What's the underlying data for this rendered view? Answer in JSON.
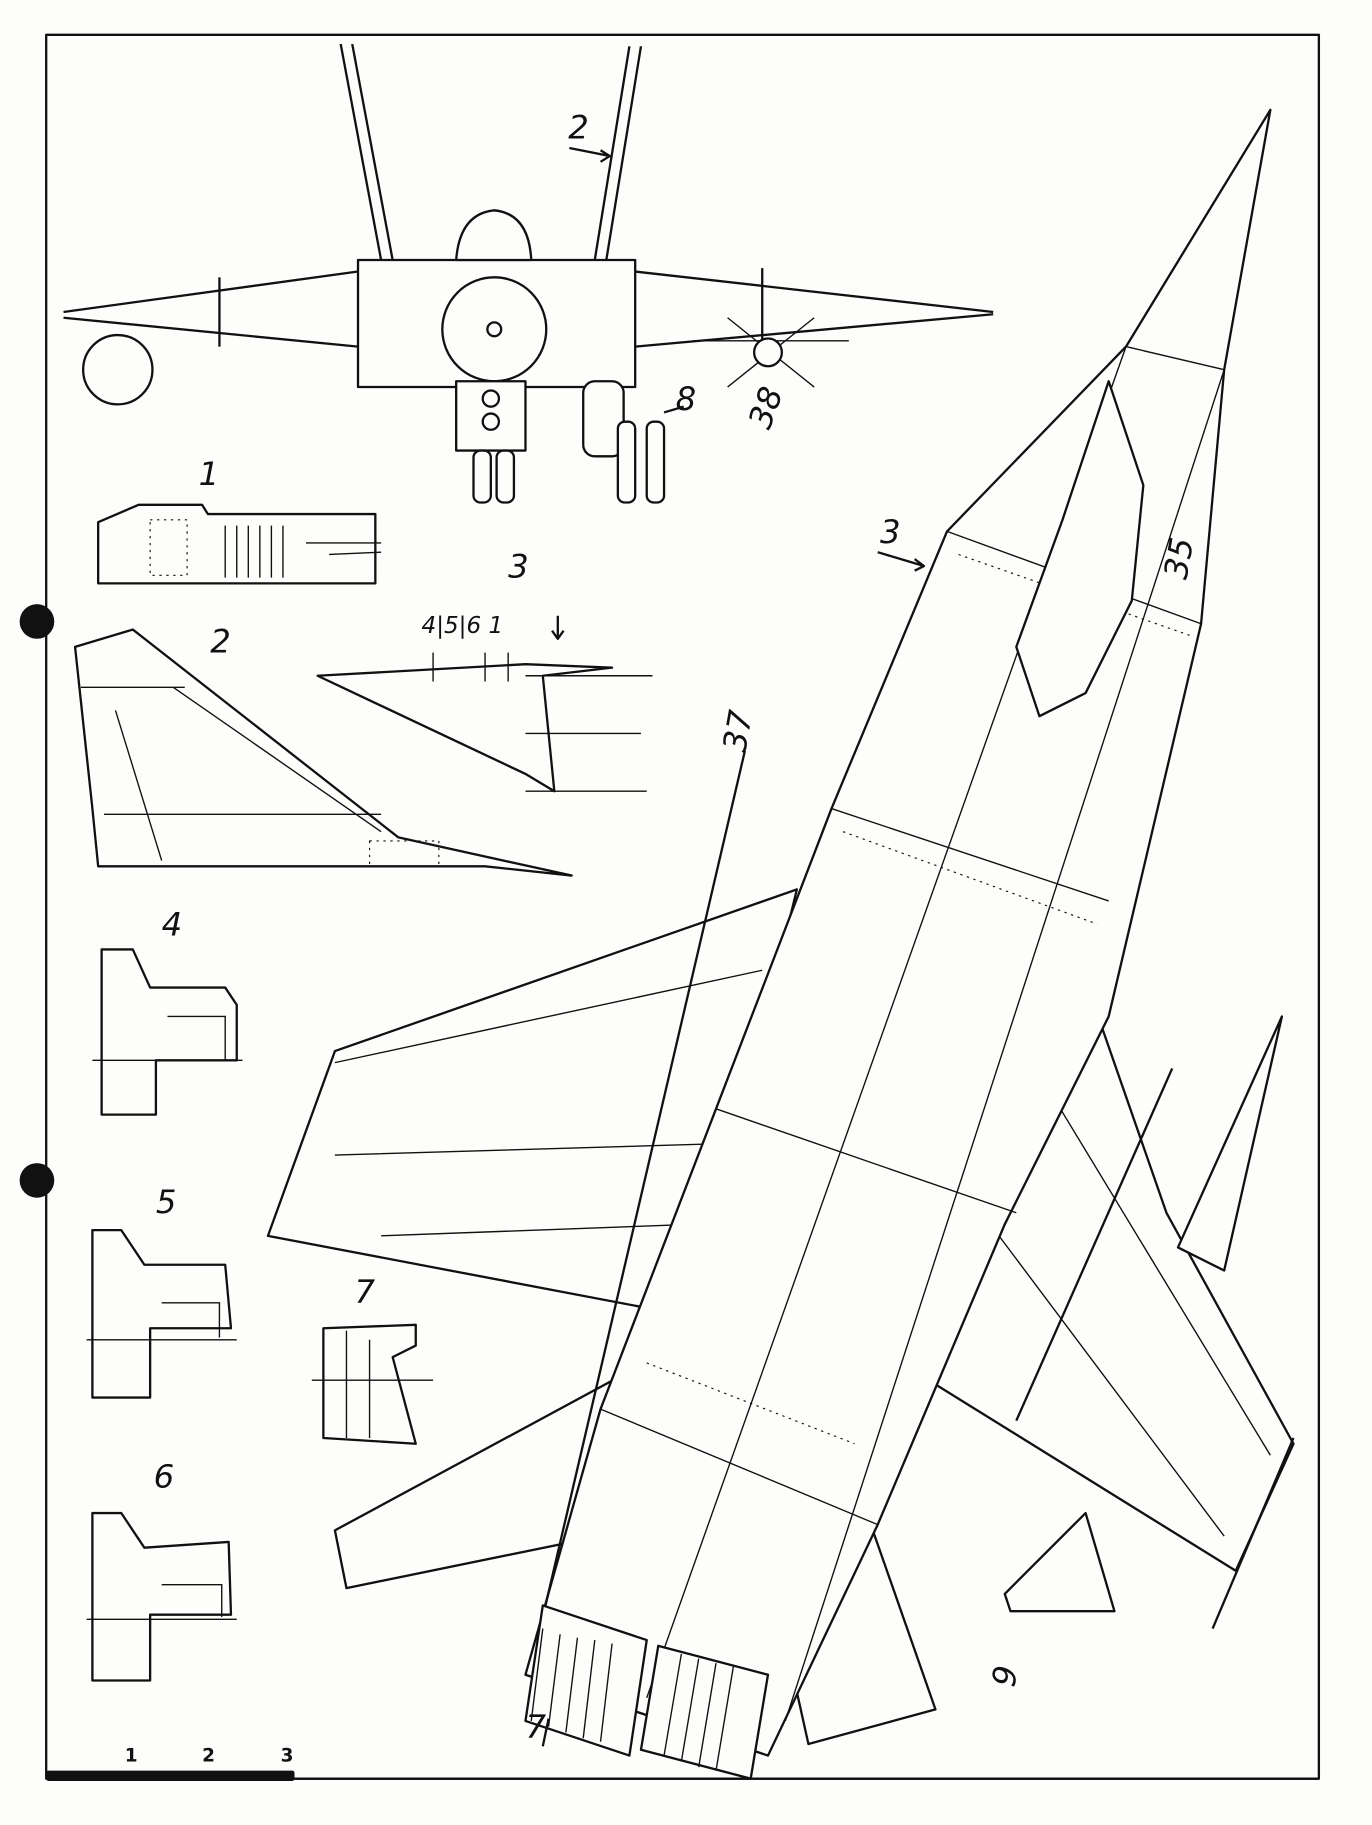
{
  "labels": {
    "front_view_arrow_2": "2",
    "front_view_arrow_8": "8",
    "pylon_38": "38",
    "section_1": "1",
    "section_2": "2",
    "section_3": "3",
    "section_3_markers": "4|5|6 1",
    "top_view_arrow_3": "3",
    "callout_35": "35",
    "callout_37": "37",
    "section_4": "4",
    "section_5": "5",
    "section_6": "6",
    "section_7": "7",
    "callout_7": "7",
    "callout_9": "9"
  },
  "scale_bar": {
    "ticks": [
      "1",
      "2",
      "3"
    ]
  },
  "colors": {
    "ink": "#111111",
    "paper": "#fdfdfb"
  }
}
